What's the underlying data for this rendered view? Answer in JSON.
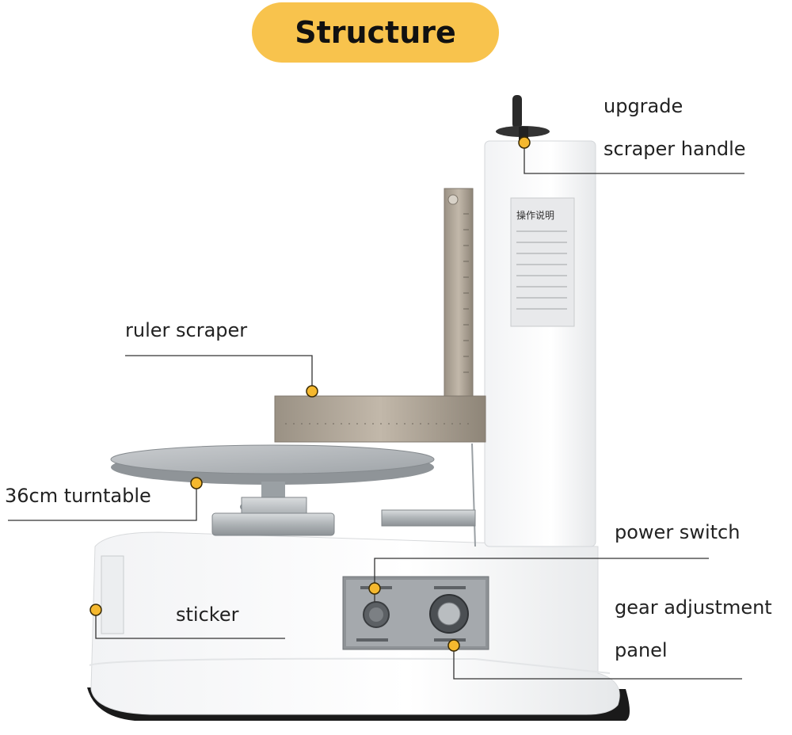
{
  "title": "Structure",
  "labels": {
    "upgrade": "upgrade",
    "scraper_handle": "scraper handle",
    "ruler_scraper": "ruler scraper",
    "turntable": "36cm turntable",
    "power_switch": "power switch",
    "sticker": "sticker",
    "gear_adjustment": "gear adjustment",
    "panel": "panel"
  },
  "instruction_sheet": {
    "title": "操作说明"
  },
  "colors": {
    "title_bg": "#f8c34d",
    "marker": "#f5b82e",
    "leader_line": "#333333"
  }
}
